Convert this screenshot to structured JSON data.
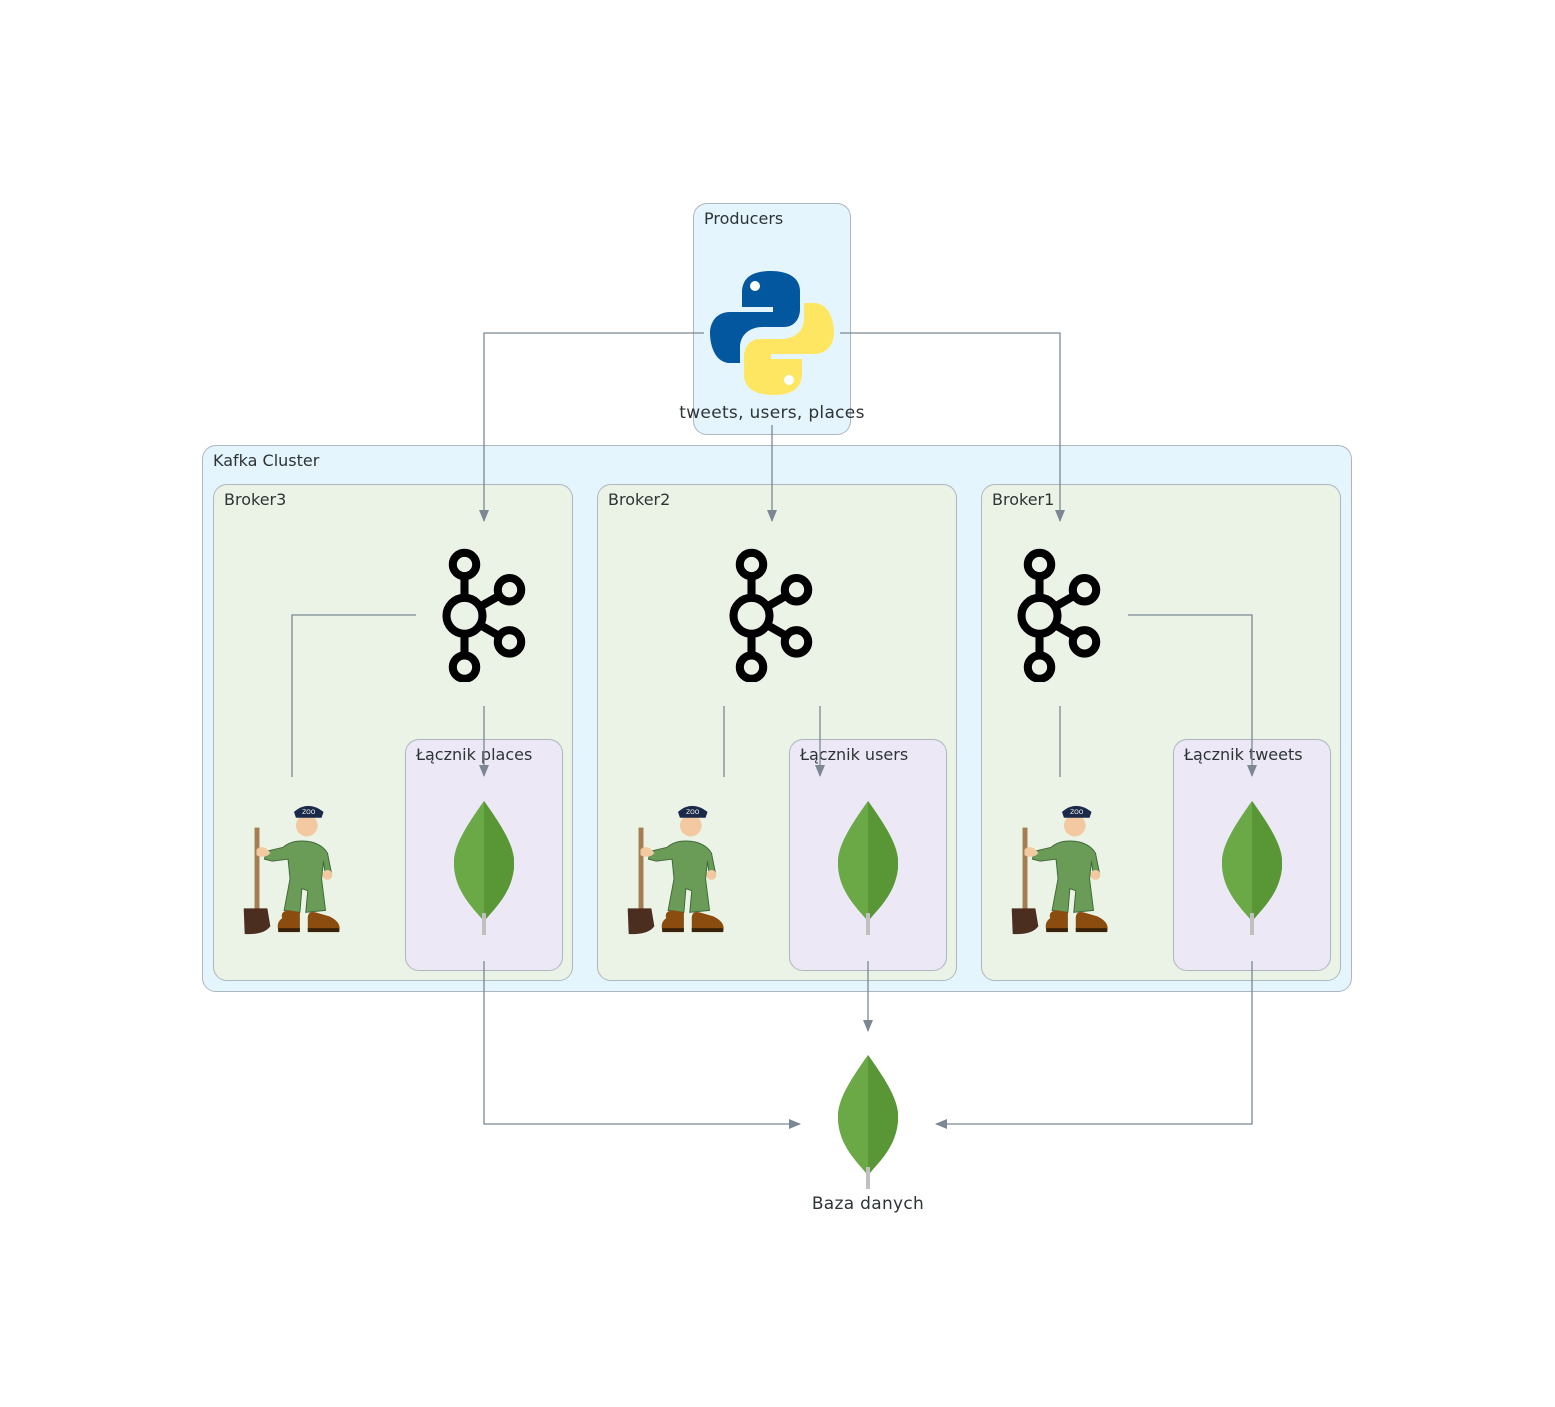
{
  "producers": {
    "label": "Producers",
    "node_label": "tweets, users, places",
    "icon": "python-icon"
  },
  "kafka_cluster": {
    "label": "Kafka Cluster",
    "brokers": [
      {
        "label": "Broker3",
        "connector_label": "Łącznik places"
      },
      {
        "label": "Broker2",
        "connector_label": "Łącznik users"
      },
      {
        "label": "Broker1",
        "connector_label": "Łącznik tweets"
      }
    ]
  },
  "database": {
    "label": "Baza danych",
    "icon": "mongodb-icon"
  },
  "icons": {
    "broker": "kafka-icon",
    "zookeeper": "zookeeper-icon",
    "connector": "mongodb-icon"
  },
  "colors": {
    "cluster_bg": "#e5f5fd",
    "broker_bg": "#ebf3e7",
    "connector_bg": "#ece8f6",
    "edge": "#7b8894",
    "python_blue": "#02579e",
    "python_yellow": "#fee662",
    "mongo_green": "#6aa945"
  }
}
